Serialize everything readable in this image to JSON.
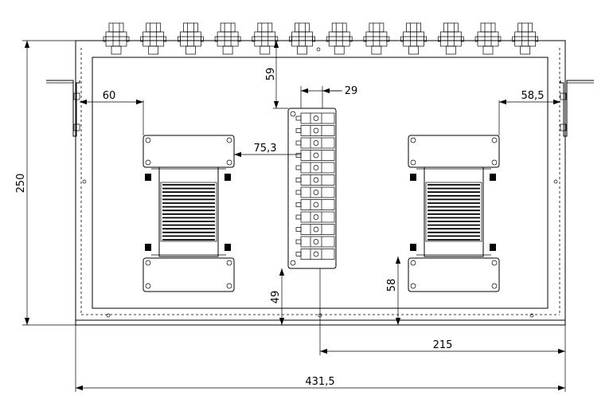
{
  "dimensions": {
    "total_width": "431,5",
    "right_to_terminal": "215",
    "height": "250",
    "left_margin": "60",
    "right_margin": "58,5",
    "top_offset": "59",
    "terminal_width": "29",
    "transformer_offset": "75,3",
    "bottom_terminal": "49",
    "bottom_transformer": "58"
  },
  "components": {
    "connector_count": 12,
    "terminal_count": 12
  }
}
